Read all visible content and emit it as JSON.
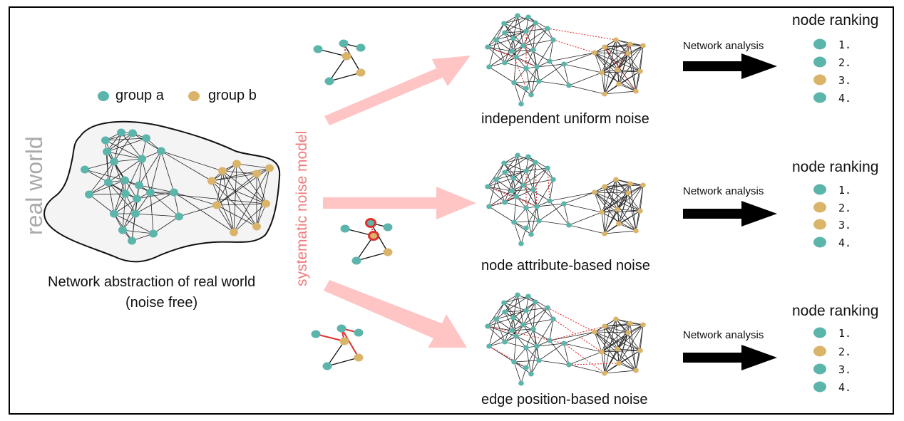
{
  "side_label": "real world",
  "noise_model_label": "systematic noise model",
  "legend": {
    "group_a": {
      "label": "group a",
      "color": "#5bb5ab"
    },
    "group_b": {
      "label": "group b",
      "color": "#d9b469"
    }
  },
  "network_caption_line1": "Network abstraction of real world",
  "network_caption_line2": "(noise free)",
  "panels": [
    {
      "caption": "independent uniform noise",
      "analysis_label": "Network analysis",
      "ranking_title": "node ranking",
      "ranking": [
        {
          "rank": "1.",
          "group": "a"
        },
        {
          "rank": "2.",
          "group": "a"
        },
        {
          "rank": "3.",
          "group": "b"
        },
        {
          "rank": "4.",
          "group": "a"
        }
      ]
    },
    {
      "caption": "node attribute-based noise",
      "analysis_label": "Network analysis",
      "ranking_title": "node ranking",
      "ranking": [
        {
          "rank": "1.",
          "group": "a"
        },
        {
          "rank": "2.",
          "group": "b"
        },
        {
          "rank": "3.",
          "group": "b"
        },
        {
          "rank": "4.",
          "group": "a"
        }
      ]
    },
    {
      "caption": "edge position-based noise",
      "analysis_label": "Network analysis",
      "ranking_title": "node ranking",
      "ranking": [
        {
          "rank": "1.",
          "group": "a"
        },
        {
          "rank": "2.",
          "group": "b"
        },
        {
          "rank": "3.",
          "group": "a"
        },
        {
          "rank": "4.",
          "group": "a"
        }
      ]
    }
  ],
  "colors": {
    "group_a": "#5bb5ab",
    "group_b": "#d9b469",
    "noise_edge": "#e03030",
    "pink_arrow": "#ffc4c4",
    "cloud_fill": "#f4f4f4"
  }
}
